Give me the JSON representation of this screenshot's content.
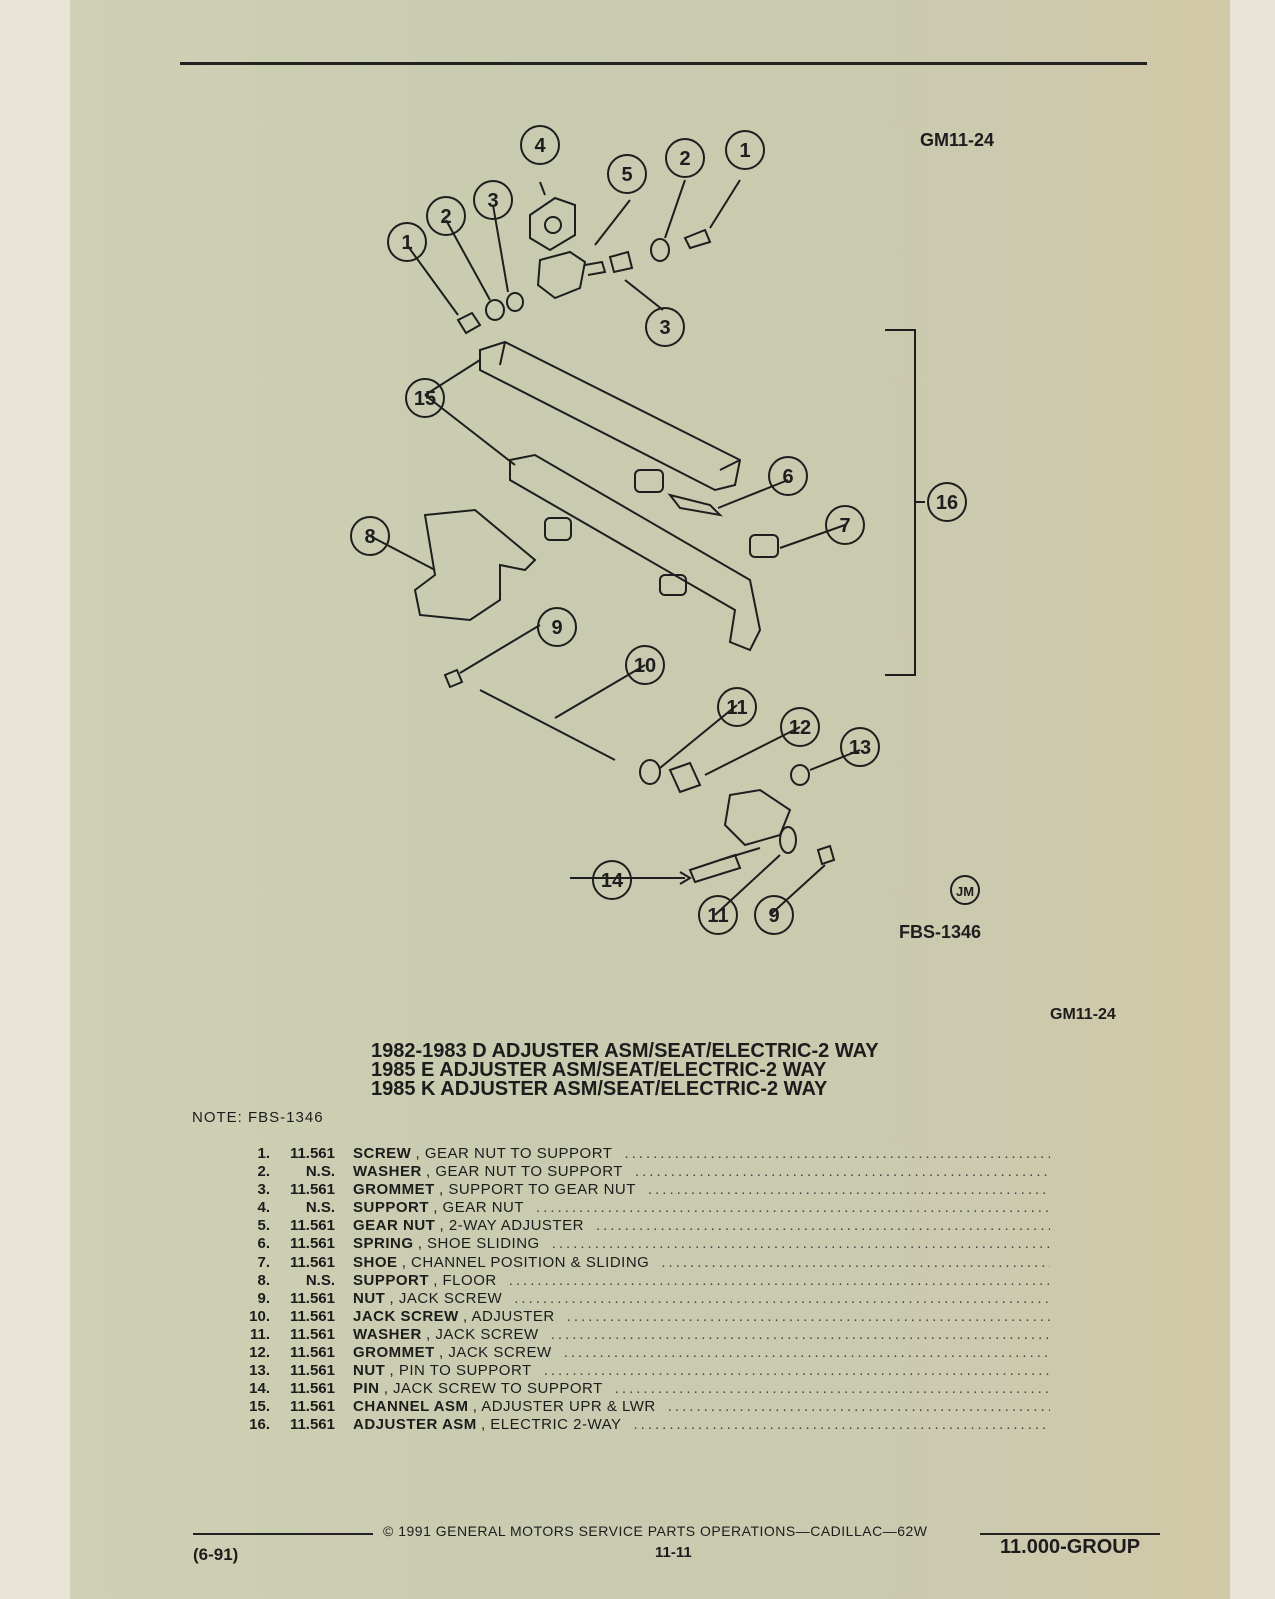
{
  "header": {
    "ref_top": "GM11-24"
  },
  "diagram": {
    "ref_code": "FBS-1346",
    "initials": "JM",
    "callouts": [
      "4",
      "5",
      "2",
      "1",
      "2",
      "3",
      "1",
      "3",
      "15",
      "6",
      "16",
      "8",
      "7",
      "9",
      "10",
      "11",
      "12",
      "13",
      "14",
      "11",
      "9"
    ]
  },
  "section_ref": "GM11-24",
  "titles": [
    "1982-1983 D ADJUSTER ASM/SEAT/ELECTRIC-2 WAY",
    "1985 E ADJUSTER ASM/SEAT/ELECTRIC-2 WAY",
    "1985 K ADJUSTER ASM/SEAT/ELECTRIC-2 WAY"
  ],
  "note": "NOTE:  FBS-1346",
  "parts": [
    {
      "num": "1.",
      "group": "11.561",
      "name": "SCREW",
      "desc": ", GEAR NUT TO SUPPORT"
    },
    {
      "num": "2.",
      "group": "N.S.",
      "name": "WASHER",
      "desc": ", GEAR NUT TO SUPPORT"
    },
    {
      "num": "3.",
      "group": "11.561",
      "name": "GROMMET",
      "desc": ", SUPPORT TO GEAR NUT"
    },
    {
      "num": "4.",
      "group": "N.S.",
      "name": "SUPPORT",
      "desc": ", GEAR NUT"
    },
    {
      "num": "5.",
      "group": "11.561",
      "name": "GEAR NUT",
      "desc": ", 2-WAY ADJUSTER"
    },
    {
      "num": "6.",
      "group": "11.561",
      "name": "SPRING",
      "desc": ", SHOE SLIDING"
    },
    {
      "num": "7.",
      "group": "11.561",
      "name": "SHOE",
      "desc": ", CHANNEL POSITION & SLIDING"
    },
    {
      "num": "8.",
      "group": "N.S.",
      "name": "SUPPORT",
      "desc": ", FLOOR"
    },
    {
      "num": "9.",
      "group": "11.561",
      "name": "NUT",
      "desc": ", JACK SCREW"
    },
    {
      "num": "10.",
      "group": "11.561",
      "name": "JACK SCREW",
      "desc": ", ADJUSTER"
    },
    {
      "num": "11.",
      "group": "11.561",
      "name": "WASHER",
      "desc": ", JACK SCREW"
    },
    {
      "num": "12.",
      "group": "11.561",
      "name": "GROMMET",
      "desc": ", JACK SCREW"
    },
    {
      "num": "13.",
      "group": "11.561",
      "name": "NUT",
      "desc": ", PIN TO SUPPORT"
    },
    {
      "num": "14.",
      "group": "11.561",
      "name": "PIN",
      "desc": ", JACK SCREW TO SUPPORT"
    },
    {
      "num": "15.",
      "group": "11.561",
      "name": "CHANNEL ASM",
      "desc": ", ADJUSTER UPR & LWR"
    },
    {
      "num": "16.",
      "group": "11.561",
      "name": "ADJUSTER ASM",
      "desc": ", ELECTRIC 2-WAY"
    }
  ],
  "footer": {
    "copyright": "©  1991  GENERAL MOTORS SERVICE PARTS OPERATIONS—CADILLAC—62W",
    "date": "(6-91)",
    "page": "11-11",
    "group": "11.000-GROUP"
  }
}
